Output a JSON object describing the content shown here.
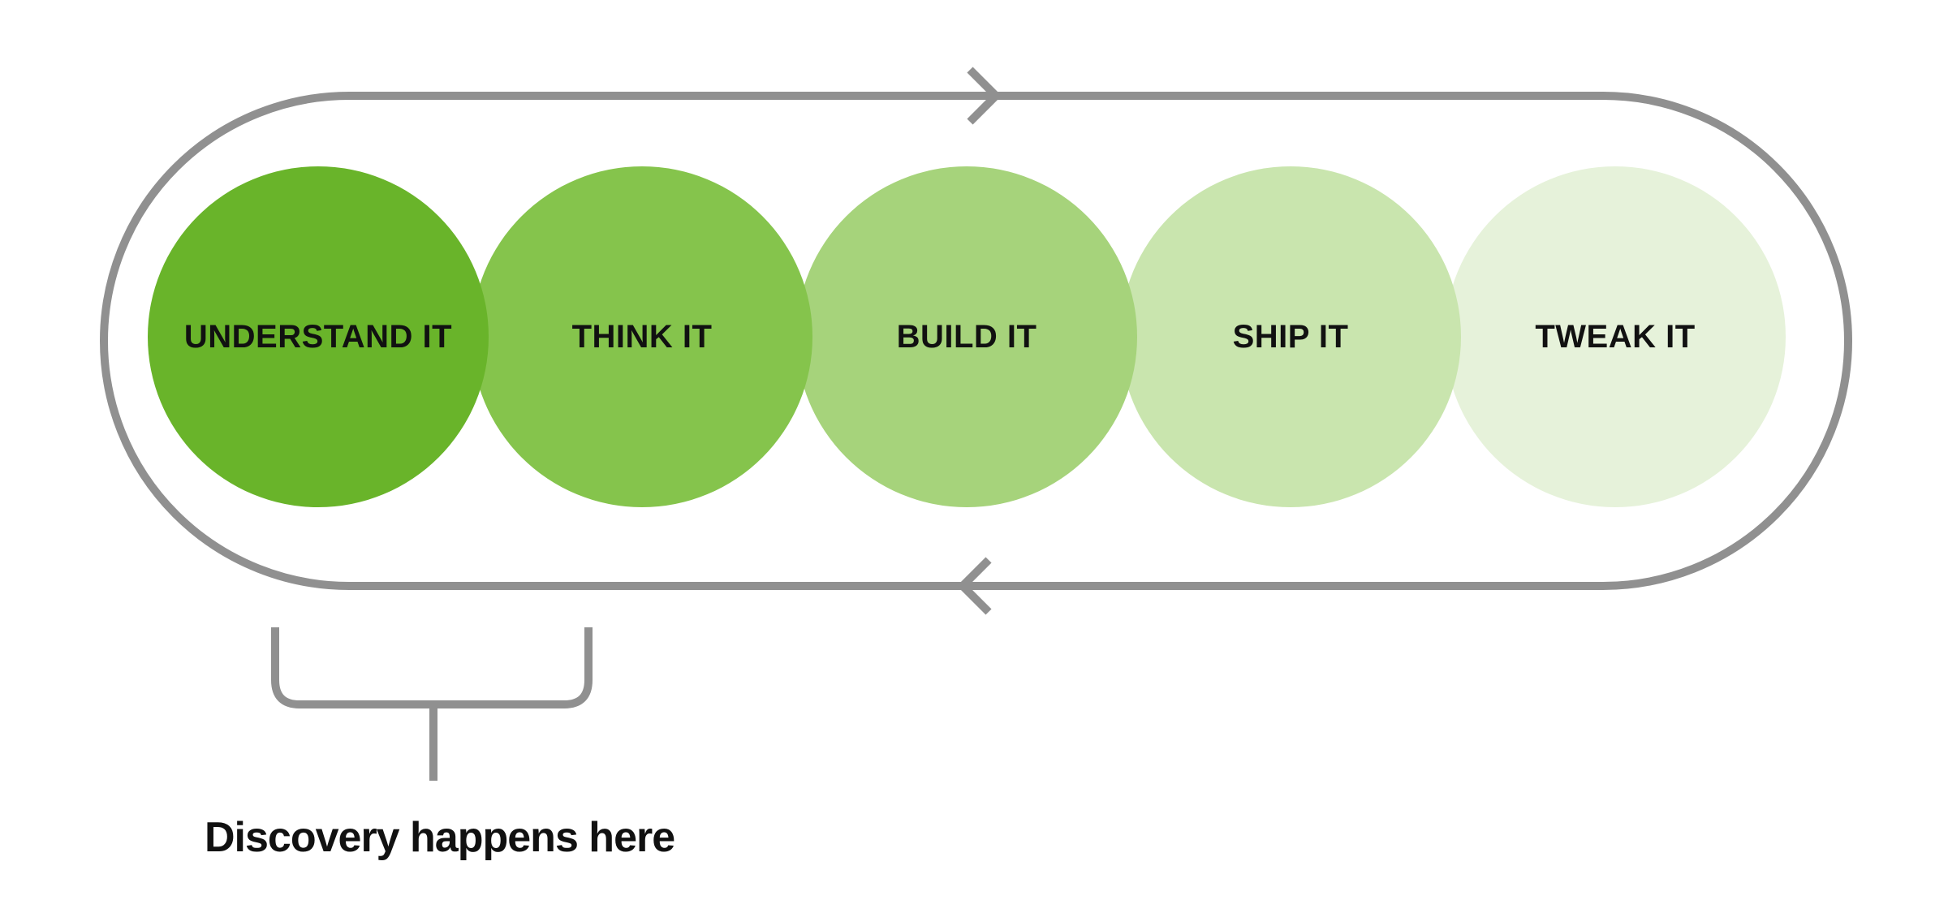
{
  "page": {
    "background": "#ffffff"
  },
  "cycle": {
    "label_color": "#111111",
    "loop": {
      "line_color": "#909090",
      "direction_top_arrow": "right",
      "direction_bottom_arrow": "left"
    },
    "stages": [
      {
        "label": "UNDERSTAND IT",
        "color": "#69b42a"
      },
      {
        "label": "THINK IT",
        "color": "#85c44c"
      },
      {
        "label": "BUILD IT",
        "color": "#a6d37b"
      },
      {
        "label": "SHIP IT",
        "color": "#c9e5ae"
      },
      {
        "label": "TWEAK IT",
        "color": "#e6f2da"
      }
    ]
  },
  "annotation": {
    "label": "Discovery happens here",
    "text_color": "#111111",
    "bracket_color": "#909090"
  }
}
